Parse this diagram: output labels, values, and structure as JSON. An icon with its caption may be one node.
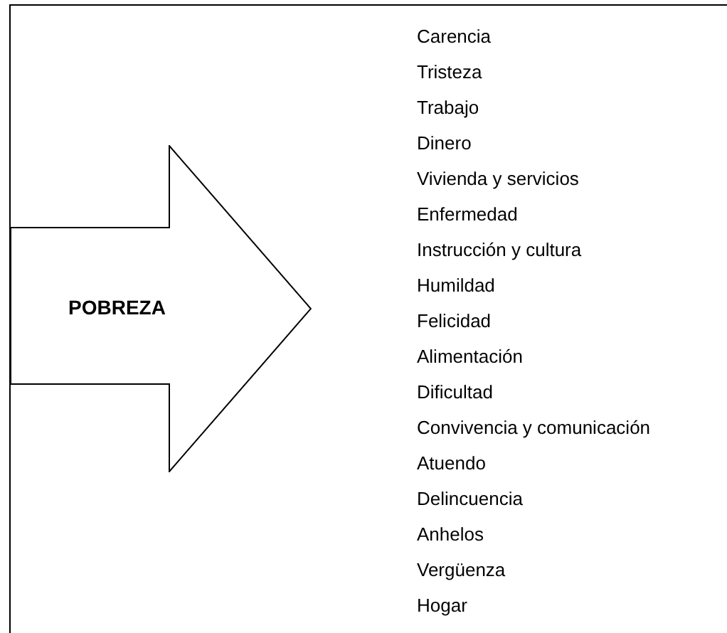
{
  "diagram": {
    "nodes": [
      {
        "text": [
          "POBREZA"
        ]
      }
    ],
    "labels": [
      "Carencia",
      "Tristeza",
      "Trabajo",
      "Dinero",
      "Vivienda y servicios",
      "Enfermedad",
      "Instrucción y cultura",
      "Humildad",
      "Felicidad",
      "Alimentación",
      "Dificultad",
      "Convivencia y comunicación",
      "Atuendo",
      "Delincuencia",
      "Anhelos",
      "Vergüenza",
      "Hogar"
    ]
  }
}
